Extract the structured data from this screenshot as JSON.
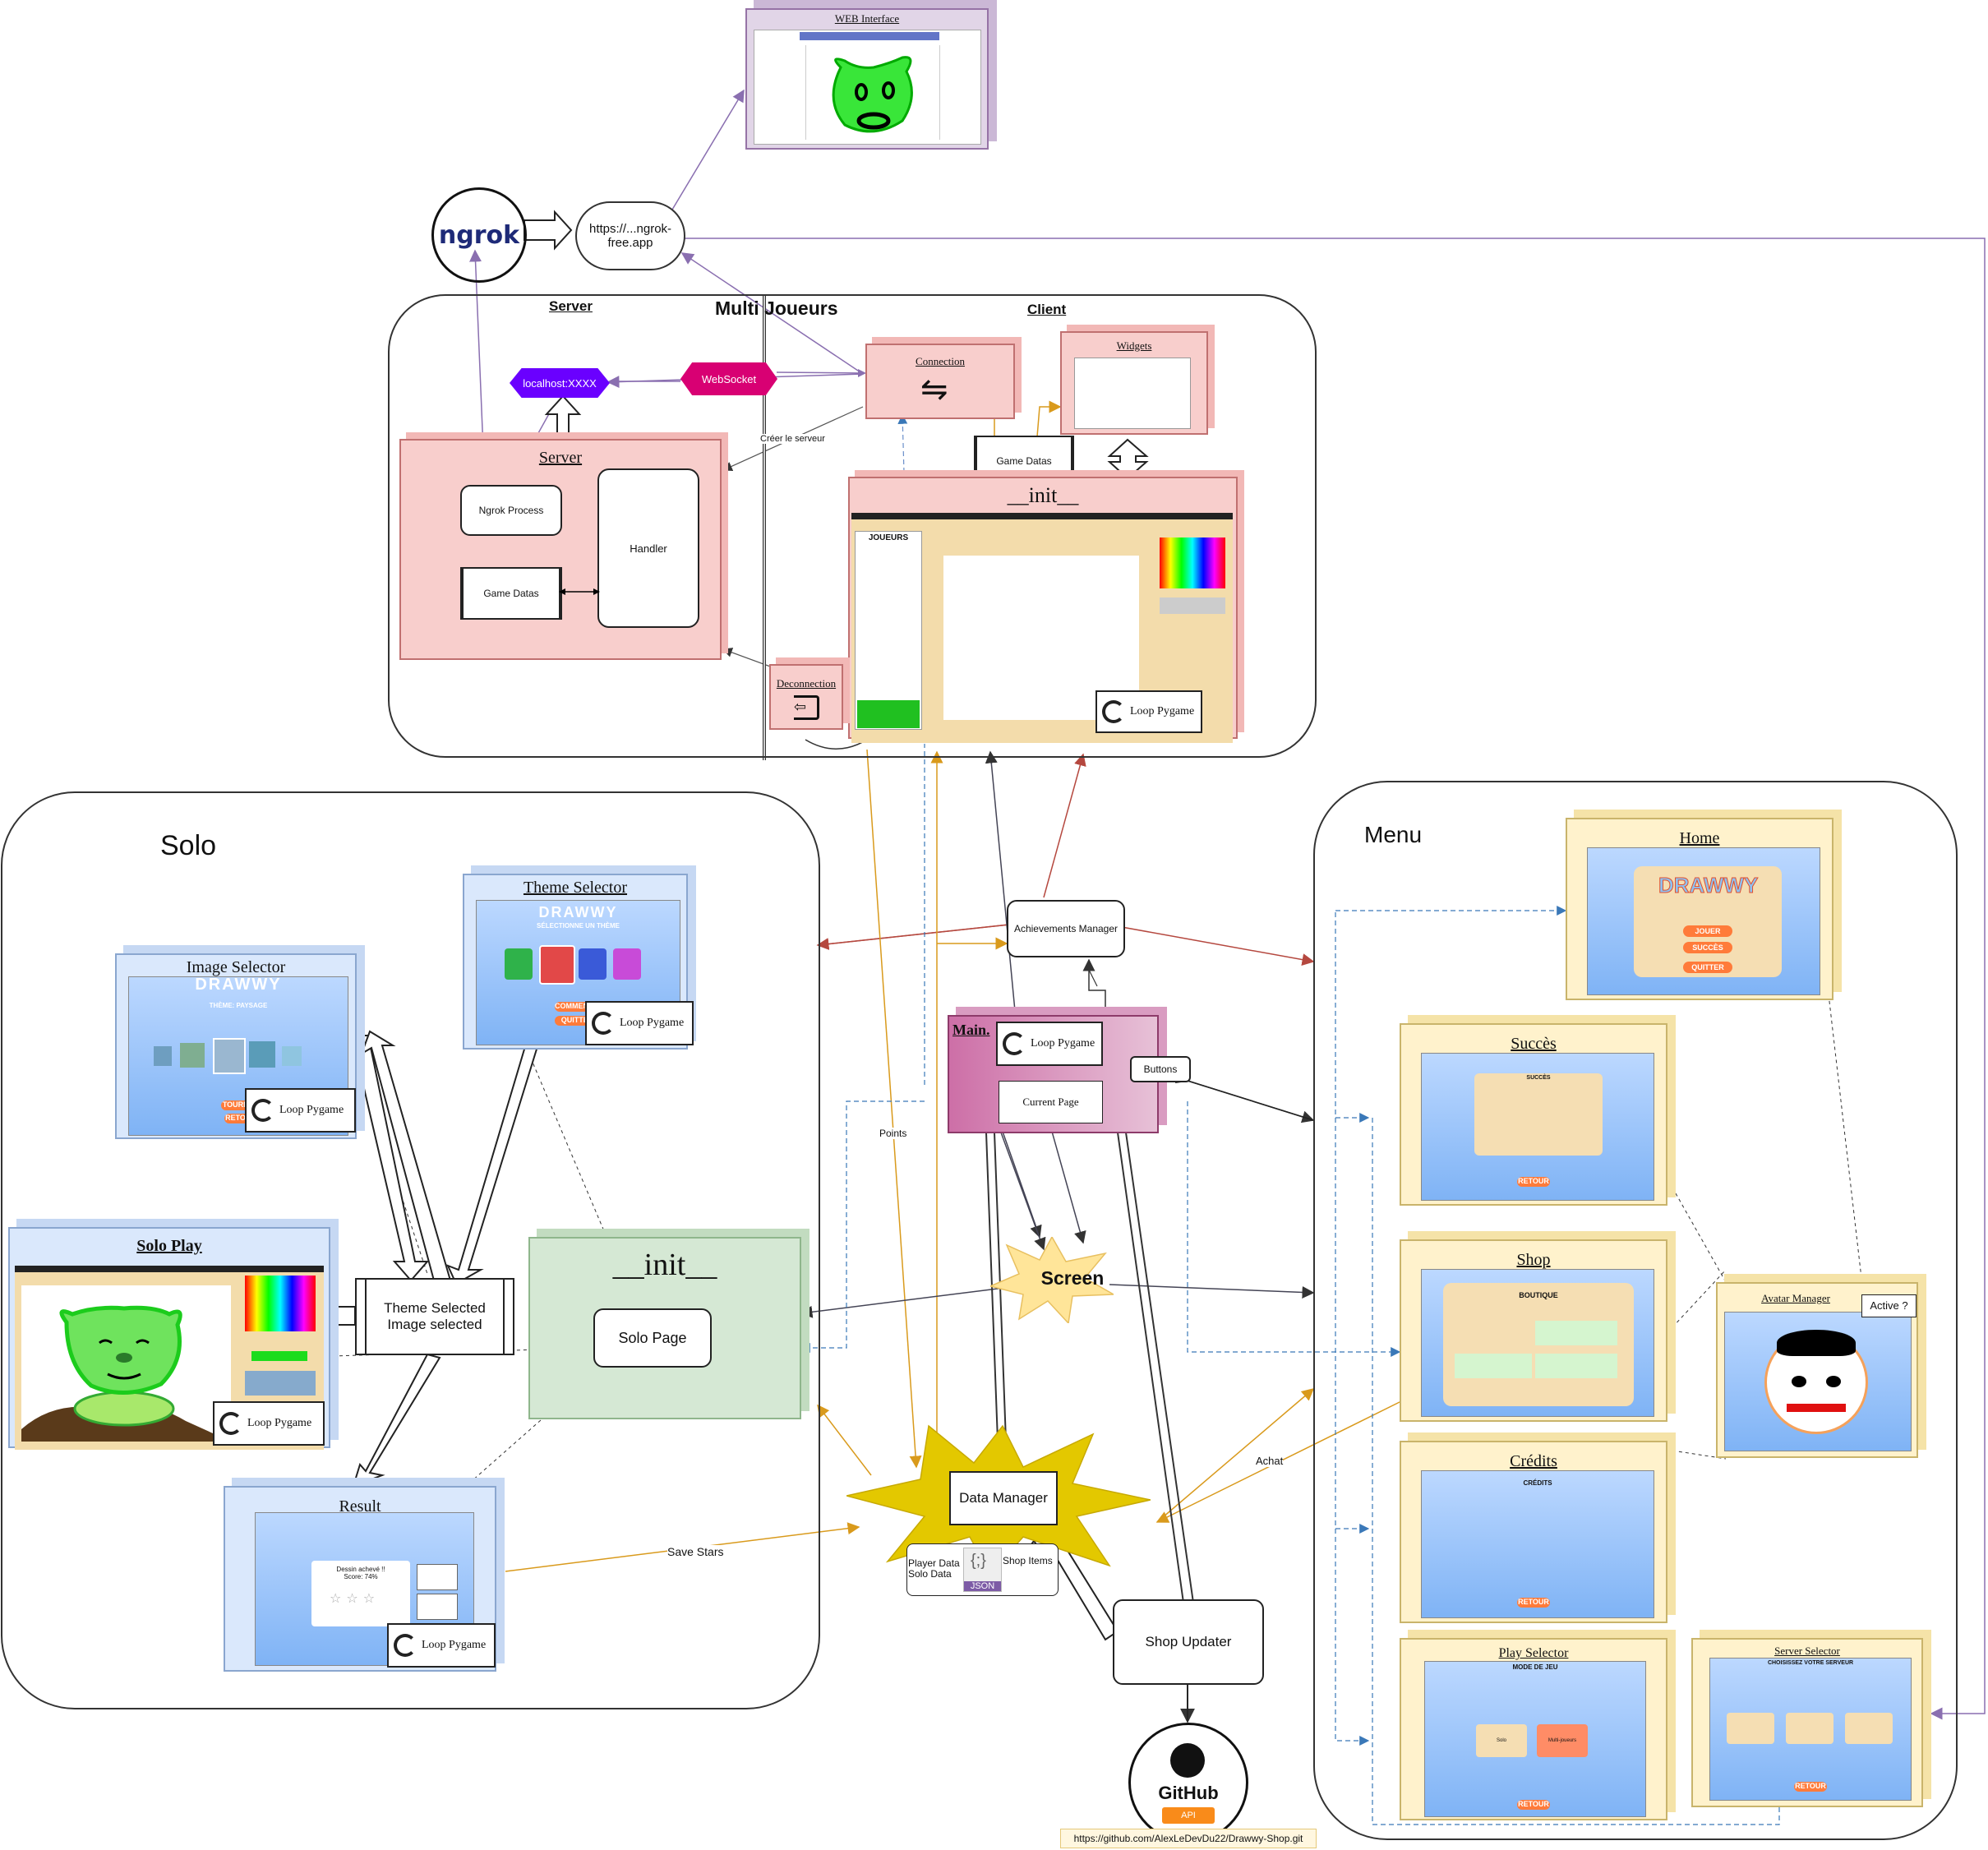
{
  "regions": {
    "multi": "Multi Joueurs",
    "solo": "Solo",
    "menu": "Menu"
  },
  "multi": {
    "server_heading": "Server",
    "client_heading": "Client",
    "ngrok_logo": "ngrok",
    "ngrok_cloud": "https://...ngrok-free.app",
    "web_interface": "WEB Interface",
    "localhost": "localhost:XXXX",
    "websocket": "WebSocket",
    "server_box": "Server",
    "ngrok_process": "Ngrok Process",
    "game_datas_server": "Game Datas",
    "handler": "Handler",
    "create_server": "Créer le serveur",
    "connection": "Connection",
    "widgets": "Widgets",
    "game_datas_client": "Game Datas",
    "init_title": "__init__",
    "deconnection": "Deconnection",
    "loop_pygame": "Loop Pygame",
    "joueurs": "JOUEURS"
  },
  "center": {
    "achievements_manager": "Achievements Manager",
    "main": "Main.",
    "loop_pygame": "Loop Pygame",
    "buttons": "Buttons",
    "current_page": "Current Page",
    "screen": "Screen",
    "data_manager": "Data Manager",
    "player_data": "Player Data\nSolo Data",
    "json": "JSON",
    "shop_items": "Shop Items",
    "shop_updater": "Shop Updater",
    "github": "GitHub",
    "api": "API",
    "github_url": "https://github.com/AlexLeDevDu22/Drawwy-Shop.git",
    "points": "Points",
    "achat": "Achat",
    "save_stars": "Save Stars"
  },
  "solo": {
    "theme_selector": "Theme Selector",
    "image_selector": "Image Selector",
    "solo_play": "Solo Play",
    "result": "Result",
    "theme_image_selected": "Theme Selected\nImage selected",
    "init_title": "__init__",
    "solo_page": "Solo Page",
    "loop_pygame": "Loop Pygame",
    "drawwy": "DRAWWY",
    "select_theme": "SÉLECTIONNE UN THÈME",
    "theme_paysage": "THÈME: PAYSAGE",
    "tourner": "TOURNER",
    "retour": "RETOUR",
    "commencer": "COMMENCER",
    "quitter": "QUITTER",
    "result_text": "Dessin achevé !!\nScore: 74%"
  },
  "menu": {
    "home": "Home",
    "succes": "Succès",
    "shop": "Shop",
    "credits": "Crédits",
    "play_selector": "Play Selector",
    "server_selector": "Server Selector",
    "avatar_manager": "Avatar Manager",
    "active": "Active ?",
    "jouer": "JOUER",
    "succes_btn": "SUCCÈS",
    "quitter": "QUITTER",
    "succes_title": "SUCCÈS",
    "boutique": "BOUTIQUE",
    "credits_title": "CRÉDITS",
    "mode_de_jeu": "MODE DE JEU",
    "solo": "Solo",
    "multijoueur": "Multi-joueurs",
    "choisissez_serveur": "CHOISISSEZ VOTRE SERVEUR",
    "retour": "RETOUR"
  }
}
